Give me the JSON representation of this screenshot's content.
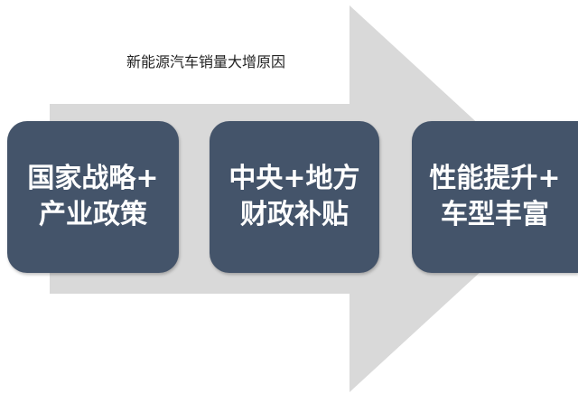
{
  "diagram": {
    "title": "新能源汽车销量大增原因",
    "colors": {
      "arrow": "#d9d9d9",
      "box": "#44546a",
      "box_text": "#ffffff"
    },
    "boxes": [
      {
        "line1": "国家战略+",
        "line2": "产业政策"
      },
      {
        "line1": "中央+地方",
        "line2": "财政补贴"
      },
      {
        "line1": "性能提升+",
        "line2": "车型丰富"
      }
    ]
  }
}
